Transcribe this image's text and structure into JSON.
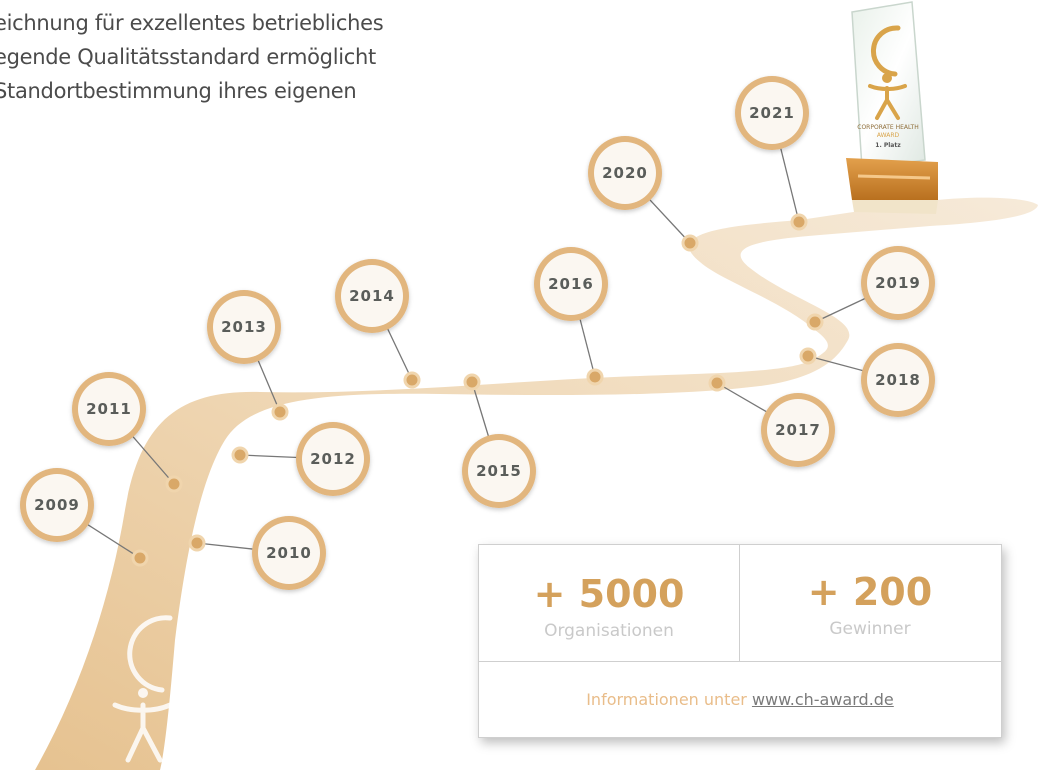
{
  "intro_lines": [
    "eichnung für exzellentes betriebliches",
    "egende Qualitätsstandard ermöglicht",
    "Standortbestimmung ihres eigenen"
  ],
  "timeline": {
    "years": [
      "2009",
      "2010",
      "2011",
      "2012",
      "2013",
      "2014",
      "2015",
      "2016",
      "2017",
      "2018",
      "2019",
      "2020",
      "2021"
    ]
  },
  "trophy": {
    "line1": "CORPORATE HEALTH",
    "line2": "AWARD",
    "line3": "1. Platz"
  },
  "stats": {
    "organisations_value": "+ 5000",
    "organisations_label": "Organisationen",
    "winners_value": "+ 200",
    "winners_label": "Gewinner"
  },
  "info": {
    "prefix": "Informationen unter ",
    "link": "www.ch-award.de"
  },
  "colors": {
    "road": "#ecd3b0",
    "accent": "#d4a15c",
    "badge_ring": "#e2b67e"
  }
}
